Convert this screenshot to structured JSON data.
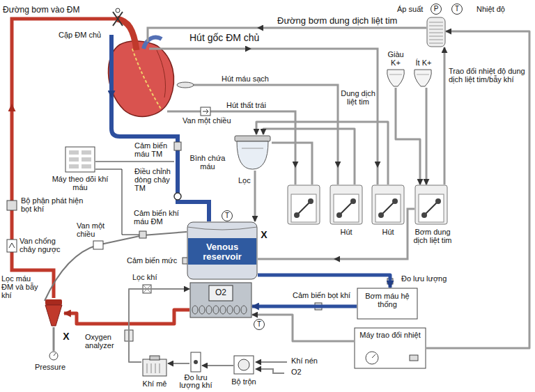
{
  "diagram": {
    "nodes": [
      {
        "text": [
          "Trao đổi nhiệt độ dung dịch liệt tim/bẫy khí"
        ]
      },
      {
        "text": [
          "Giàu K+"
        ]
      },
      {
        "text": [
          "Ít K+"
        ]
      },
      {
        "text": [
          "Máy theo dõi khí máu"
        ]
      },
      {
        "text": [
          "Bình chứa máu"
        ]
      },
      {
        "text": [
          "Hút"
        ]
      },
      {
        "text": [
          "Hút"
        ]
      },
      {
        "text": [
          "Bơm dung dịch liệt tim"
        ]
      },
      {
        "text": [
          "Venous reservoir"
        ]
      },
      {
        "text": [
          "O2"
        ]
      },
      {
        "text": [
          "Bơm máu hệ thống"
        ]
      },
      {
        "text": [
          "Máy trao đổi nhiệt"
        ]
      },
      {
        "text": [
          "Lọc máu ĐM và bẫy khí"
        ]
      },
      {
        "text": [
          "Khí mê"
        ]
      },
      {
        "text": [
          "Đo lưu lượng khí"
        ]
      },
      {
        "text": [
          "Bộ trộn"
        ]
      }
    ],
    "edges": [
      {
        "from": 8,
        "to": 10,
        "arrow": "to"
      },
      {
        "from": 10,
        "to": 9,
        "arrow": "to"
      },
      {
        "from": 9,
        "to": 12,
        "arrow": "to"
      },
      {
        "from": 15,
        "to": 14,
        "arrow": "to"
      },
      {
        "from": 14,
        "to": 13,
        "arrow": "to"
      },
      {
        "from": 13,
        "to": 9,
        "arrow": "to"
      },
      {
        "from": 4,
        "to": 8,
        "arrow": "to"
      },
      {
        "from": 5,
        "to": 4,
        "arrow": "to"
      },
      {
        "from": 6,
        "to": 4,
        "arrow": "to"
      },
      {
        "from": 1,
        "to": 7,
        "arrow": "to"
      },
      {
        "from": 2,
        "to": 7,
        "arrow": "to"
      },
      {
        "from": 7,
        "to": 0,
        "arrow": "to"
      },
      {
        "from": 11,
        "to": 9,
        "arrow": "to"
      },
      {
        "from": 11,
        "to": 0,
        "arrow": "to"
      }
    ],
    "labels": [
      "Đường bơm vào ĐM",
      "Cặp ĐM chủ",
      "Hút gốc ĐM chủ",
      "Đường bơm dung dịch liệt tim",
      "Áp suất",
      "P",
      "T",
      "Nhiệt độ",
      "Hút máu sạch",
      "Hút thất trái",
      "Dung dịch liệt tim",
      "Van một chiều",
      "Cảm biến máu TM",
      "Lọc",
      "Điều chỉnh dòng chảy TM",
      "Bộ phận phát hiện bọt khí",
      "Cảm biến khí máu ĐM",
      "T",
      "Van một chiều",
      "Van chống chảy ngược",
      "X",
      "Cảm biến mức",
      "Lọc khí",
      "Đo lưu lượng",
      "Cảm biến bọt khí",
      "T",
      "X",
      "Oxygen analyzer",
      "Pressure",
      "Khí nén",
      "O2"
    ]
  }
}
